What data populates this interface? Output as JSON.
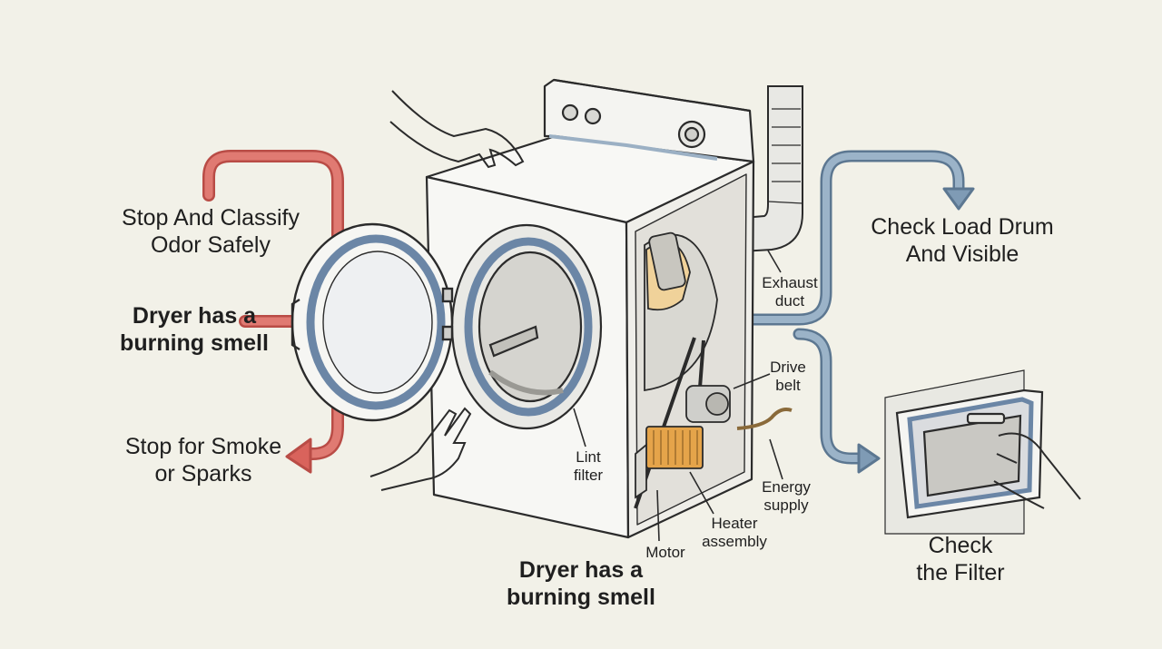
{
  "left": {
    "classify": [
      "Stop And Classify",
      "Odor Safely"
    ],
    "title": [
      "Dryer has a",
      "burning smell"
    ],
    "stop": [
      "Stop for Smoke",
      "or Sparks"
    ]
  },
  "right": {
    "drum": [
      "Check Load Drum",
      "And Visible"
    ],
    "filter": [
      "Check",
      "the Filter"
    ]
  },
  "parts": {
    "exhaust": [
      "Exhaust",
      "duct"
    ],
    "belt": [
      "Drive",
      "belt"
    ],
    "lint": [
      "Lint",
      "filter"
    ],
    "energy": [
      "Energy",
      "supply"
    ],
    "heater": [
      "Heater",
      "assembly"
    ],
    "motor": "Motor"
  },
  "bottom_title": [
    "Dryer has a",
    "burning smell"
  ],
  "colors": {
    "background": "#f2f1e8",
    "red_arrow": "#d9635c",
    "blue_arrow": "#7f9bb5",
    "appliance": "#f7f7f4",
    "outline": "#2b2b2b",
    "heater": "#e5a44a",
    "drum_panel": "#f0d29a"
  }
}
